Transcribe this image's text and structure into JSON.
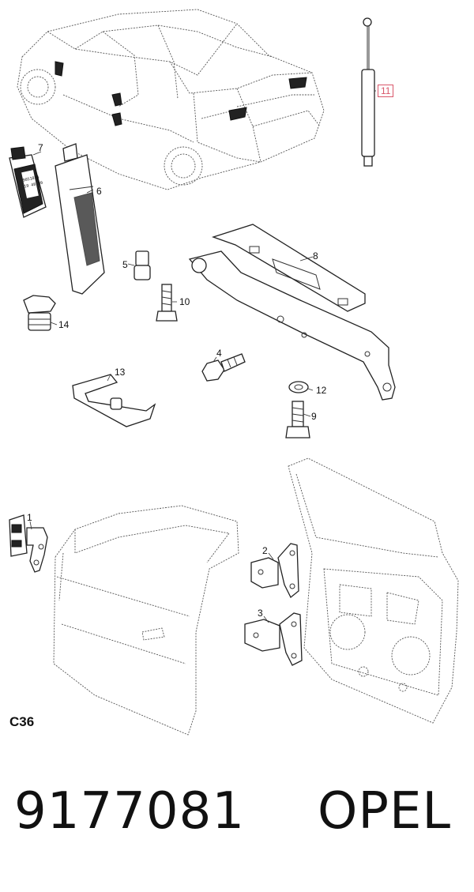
{
  "diagram": {
    "callouts": {
      "c1": "1",
      "c2": "2",
      "c3": "3",
      "c4": "4",
      "c5": "5",
      "c6": "6",
      "c7": "7",
      "c8": "8",
      "c9": "9",
      "c10": "10",
      "c11": "11",
      "c12": "12",
      "c13": "13",
      "c14": "14"
    },
    "tube7_label": [
      "9051036",
      "19 48 09"
    ],
    "sheet_code": "C36"
  },
  "footer": {
    "part_number": "9177081",
    "brand": "OPEL"
  },
  "highlight_color": "#d9576a"
}
